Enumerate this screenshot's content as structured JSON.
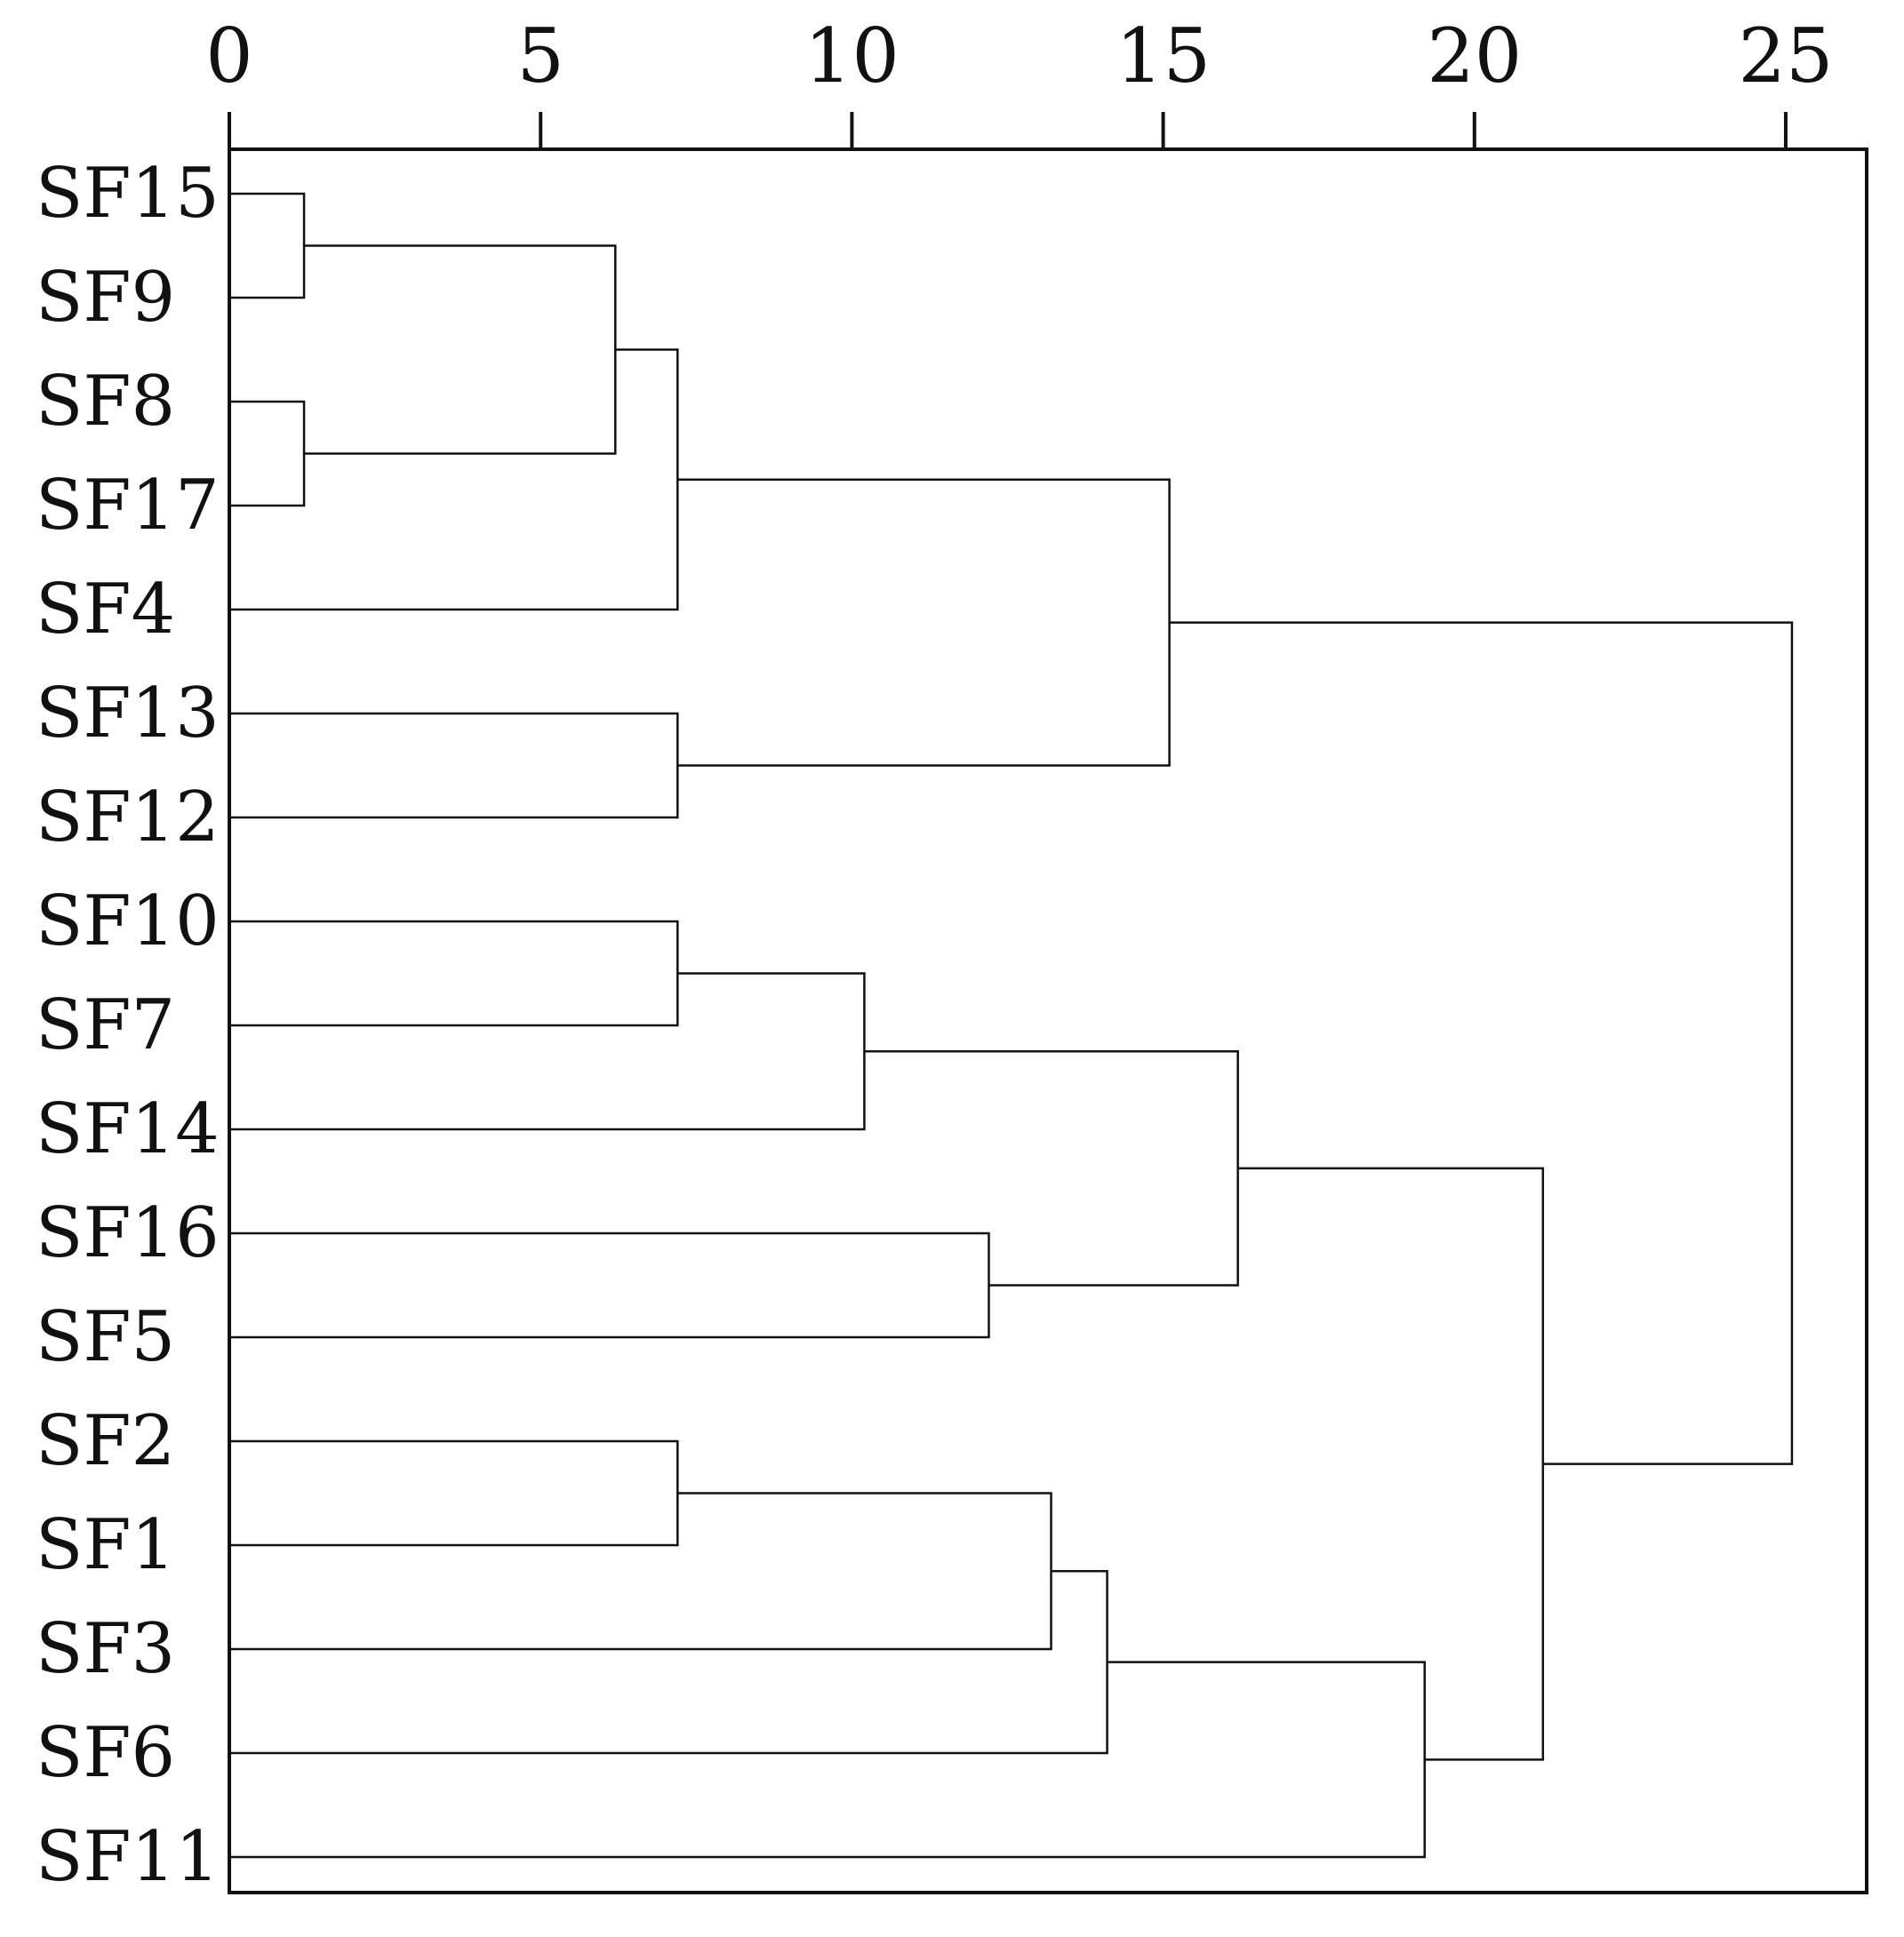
{
  "chart_data": {
    "type": "dendrogram",
    "orientation": "horizontal",
    "title": "",
    "xlabel": "",
    "ylabel": "",
    "x_axis_position": "top",
    "xlim": [
      0,
      26.3
    ],
    "xticks": [
      0,
      5,
      10,
      15,
      20,
      25
    ],
    "xtick_labels": [
      "0",
      "5",
      "10",
      "15",
      "20",
      "25"
    ],
    "grid": false,
    "leaves": [
      "SF15",
      "SF9",
      "SF8",
      "SF17",
      "SF4",
      "SF13",
      "SF12",
      "SF10",
      "SF7",
      "SF14",
      "SF16",
      "SF5",
      "SF2",
      "SF1",
      "SF3",
      "SF6",
      "SF11"
    ],
    "merges": [
      {
        "id": "c1",
        "left": "SF15",
        "right": "SF9",
        "height": 1.2
      },
      {
        "id": "c2",
        "left": "SF8",
        "right": "SF17",
        "height": 1.2
      },
      {
        "id": "c3",
        "left": "c1",
        "right": "c2",
        "height": 6.2
      },
      {
        "id": "c4",
        "left": "c3",
        "right": "SF4",
        "height": 7.2
      },
      {
        "id": "c5",
        "left": "SF13",
        "right": "SF12",
        "height": 7.2
      },
      {
        "id": "c6",
        "left": "c4",
        "right": "c5",
        "height": 15.1
      },
      {
        "id": "c7",
        "left": "SF10",
        "right": "SF7",
        "height": 7.2
      },
      {
        "id": "c8",
        "left": "c7",
        "right": "SF14",
        "height": 10.2
      },
      {
        "id": "c9",
        "left": "SF16",
        "right": "SF5",
        "height": 12.2
      },
      {
        "id": "c10",
        "left": "c8",
        "right": "c9",
        "height": 16.2
      },
      {
        "id": "c11",
        "left": "SF2",
        "right": "SF1",
        "height": 7.2
      },
      {
        "id": "c12",
        "left": "c11",
        "right": "SF3",
        "height": 13.2
      },
      {
        "id": "c13",
        "left": "c12",
        "right": "SF6",
        "height": 14.1
      },
      {
        "id": "c14",
        "left": "c13",
        "right": "SF11",
        "height": 19.2
      },
      {
        "id": "c15",
        "left": "c10",
        "right": "c14",
        "height": 21.1
      },
      {
        "id": "c16",
        "left": "c6",
        "right": "c15",
        "height": 25.1
      }
    ]
  }
}
